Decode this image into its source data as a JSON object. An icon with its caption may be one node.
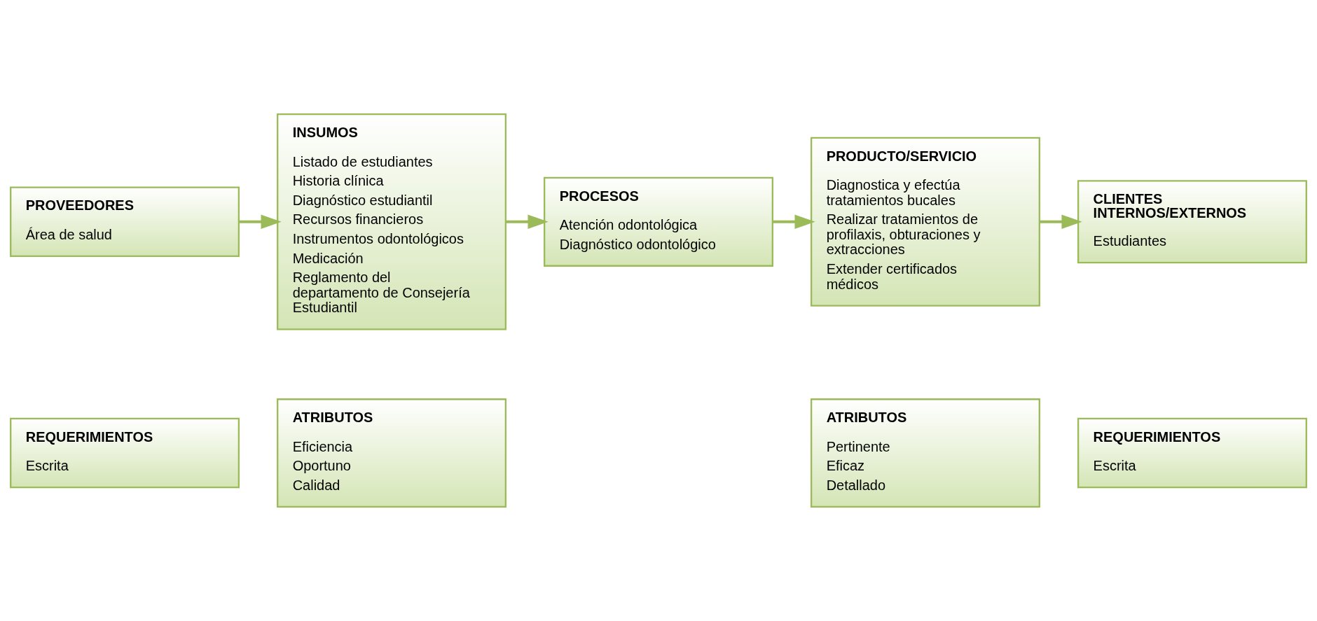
{
  "diagram": {
    "nodes": [
      {
        "text": [
          "PROVEEDORES",
          "Área de salud"
        ]
      },
      {
        "text": [
          "INSUMOS",
          "Listado de estudiantes",
          "Historia clínica",
          "Diagnóstico estudiantil",
          "Recursos financieros",
          "Instrumentos odontológicos",
          "Medicación",
          "Reglamento del departamento de Consejería Estudiantil"
        ]
      },
      {
        "text": [
          "PROCESOS",
          "Atención odontológica",
          "Diagnóstico odontológico"
        ]
      },
      {
        "text": [
          "PRODUCTO/SERVICIO",
          "Diagnostica y efectúa tratamientos bucales",
          "Realizar tratamientos de profilaxis, obturaciones y extracciones",
          "Extender certificados médicos"
        ]
      },
      {
        "text": [
          "CLIENTES INTERNOS/EXTERNOS",
          "Estudiantes"
        ]
      },
      {
        "text": [
          "REQUERIMIENTOS",
          "Escrita"
        ]
      },
      {
        "text": [
          "ATRIBUTOS",
          "Eficiencia",
          "Oportuno",
          "Calidad"
        ]
      },
      {
        "text": [
          "ATRIBUTOS",
          "Pertinente",
          "Eficaz",
          "Detallado"
        ]
      },
      {
        "text": [
          "REQUERIMIENTOS",
          "Escrita"
        ]
      }
    ],
    "edges": [
      {
        "from": 0,
        "to": 1,
        "arrow": "to"
      },
      {
        "from": 1,
        "to": 2,
        "arrow": "to"
      },
      {
        "from": 2,
        "to": 3,
        "arrow": "to"
      },
      {
        "from": 3,
        "to": 4,
        "arrow": "to"
      }
    ]
  }
}
